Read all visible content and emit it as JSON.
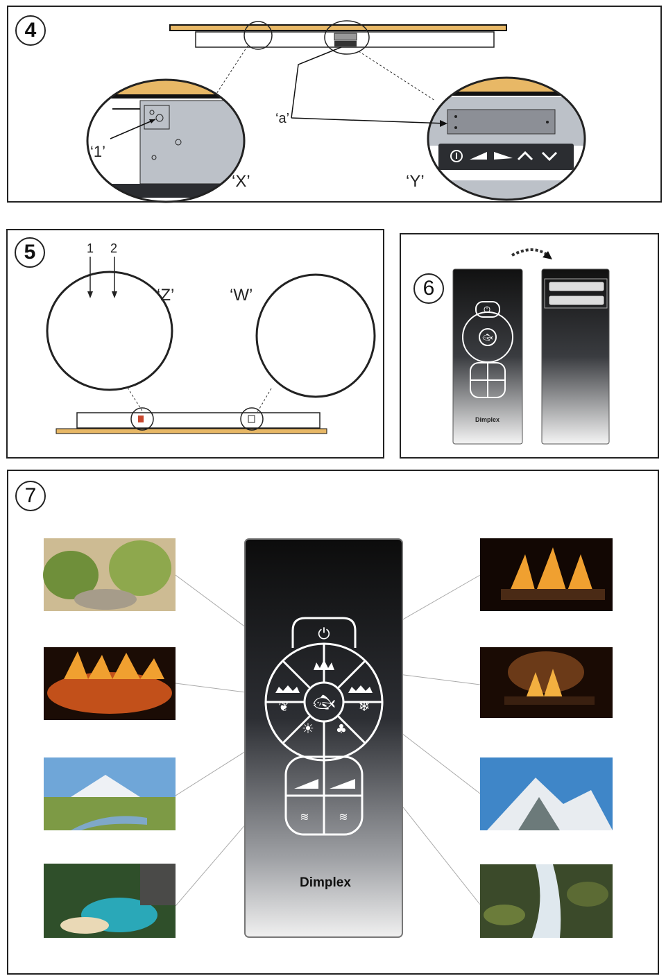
{
  "panel4": {
    "step": "4",
    "callout_1": "‘1’",
    "callout_a": "‘a’",
    "detail_x": "‘X’",
    "detail_y": "‘Y’"
  },
  "panel5": {
    "step": "5",
    "switch_1": "1",
    "switch_2": "2",
    "detail_z": "‘Z’",
    "detail_w": "‘W’"
  },
  "panel6": {
    "step": "6",
    "brand": "Dimplex"
  },
  "panel7": {
    "step": "7",
    "brand": "Dimplex",
    "scenes_left": [
      "aquarium-plants",
      "log-fire-coals",
      "mountain-meadow-river",
      "coastal-waterfall-cove"
    ],
    "scenes_right": [
      "log-fire-large",
      "log-fire-small",
      "snowy-mountain-peak",
      "forest-stream"
    ]
  },
  "colors": {
    "wood": "#e8b866",
    "grey": "#bcc1c8",
    "dark": "#2b2d31",
    "switch_red": "#c8472e"
  }
}
